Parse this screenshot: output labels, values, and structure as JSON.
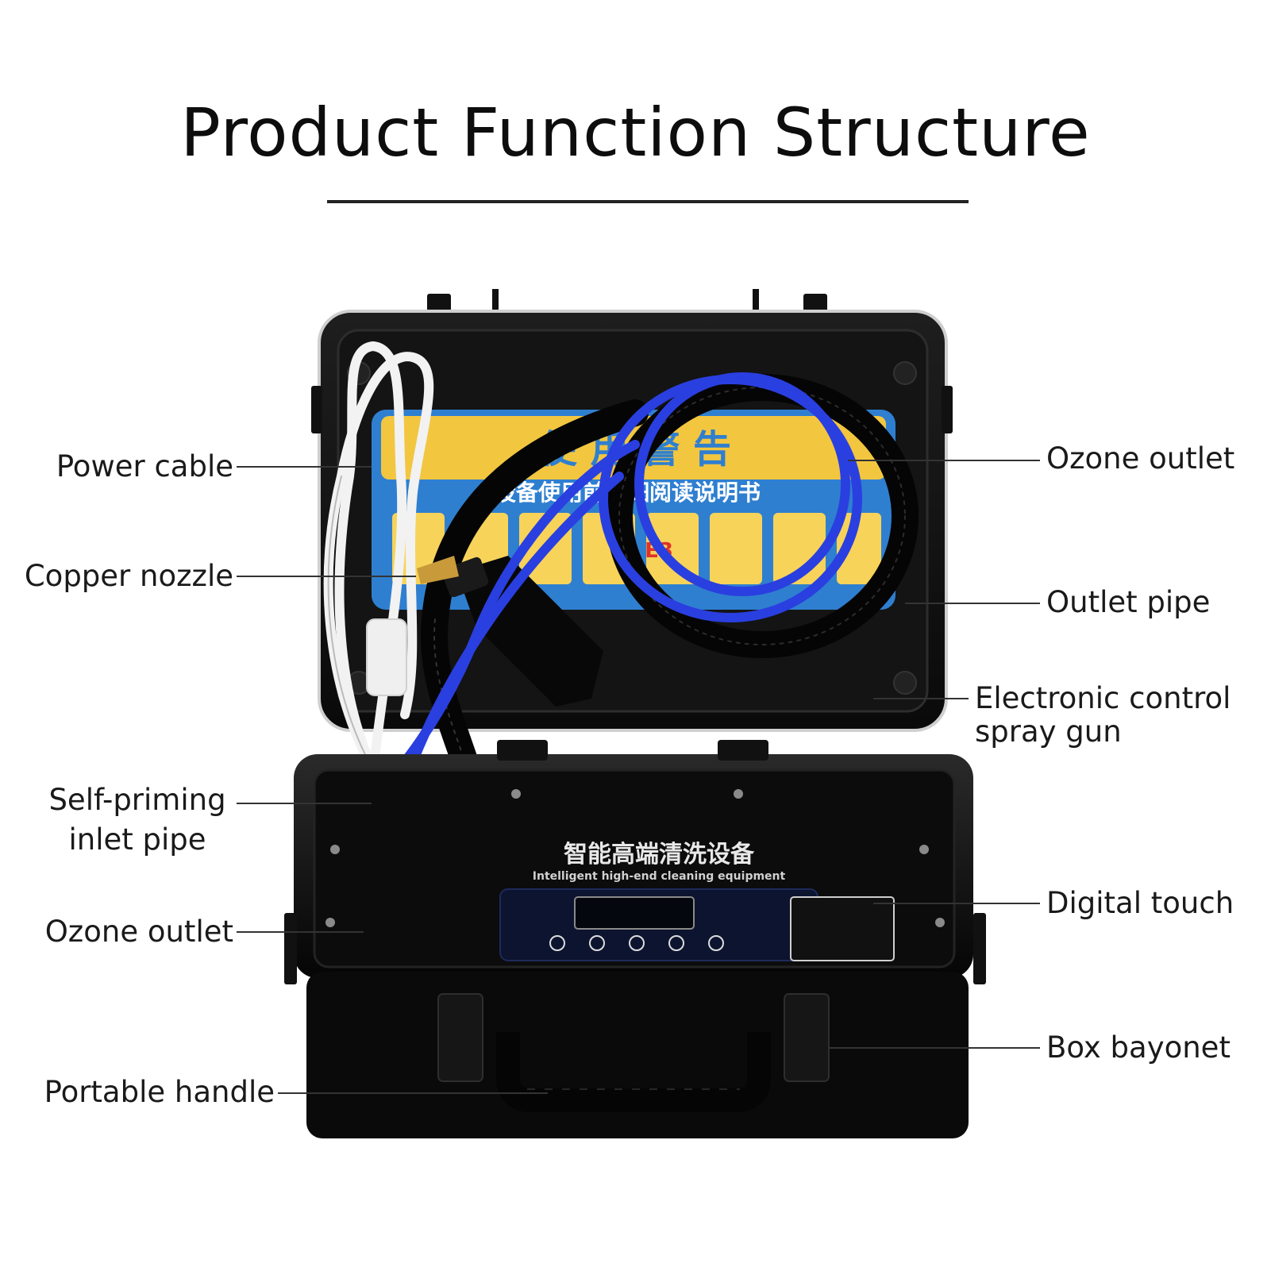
{
  "title": "Product Function Structure",
  "panel": {
    "warning_heading": "使 用 警 告",
    "warning_subtitle": "设备使用前仔细阅读说明书",
    "error_code": "E3",
    "base_label_cn": "智能高端清洗设备",
    "base_label_en": "Intelligent high-end cleaning equipment"
  },
  "labels": {
    "power_cable": "Power cable",
    "copper_nozzle": "Copper nozzle",
    "self_priming_1": "Self-priming",
    "self_priming_2": "inlet pipe",
    "ozone_outlet_left": "Ozone outlet",
    "portable_handle": "Portable handle",
    "ozone_outlet_right": "Ozone outlet",
    "outlet_pipe": "Outlet pipe",
    "spray_gun_1": "Electronic control",
    "spray_gun_2": "spray gun",
    "digital_touch": "Digital touch",
    "box_bayonet": "Box bayonet"
  },
  "colors": {
    "case": "#0b0b0b",
    "tube_blue": "#2a3fe0",
    "cable_white": "#f2f2f2",
    "panel_yellow": "#f3c640",
    "panel_blue": "#2f7fd0",
    "leader": "#333333"
  }
}
